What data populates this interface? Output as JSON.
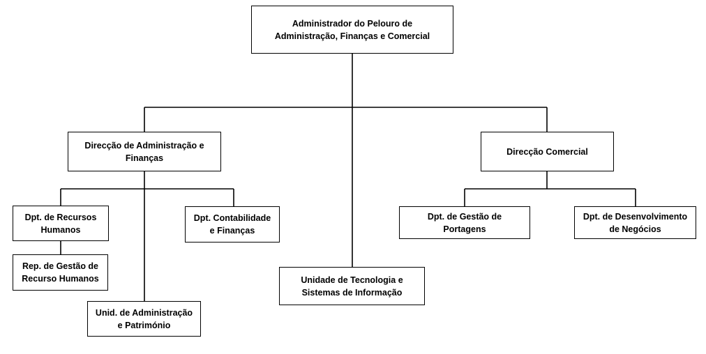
{
  "org_chart": {
    "top": {
      "line1": "Administrador do Pelouro de",
      "line2": "Administração, Finanças e Comercial"
    },
    "direccao_admin": {
      "line1": "Direcção de Administração e",
      "line2": "Finanças"
    },
    "direccao_comercial": {
      "line1": "Direcção Comercial"
    },
    "dpt_recursos_humanos": {
      "line1": "Dpt. de Recursos",
      "line2": "Humanos"
    },
    "rep_gestao_rh": {
      "line1": "Rep. de Gestão de",
      "line2": "Recurso Humanos"
    },
    "dpt_contabilidade": {
      "line1": "Dpt. Contabilidade",
      "line2": "e Finanças"
    },
    "unid_admin_patrimonio": {
      "line1": "Unid. de Administração",
      "line2": "e Património"
    },
    "unidade_tecnologia": {
      "line1": "Unidade de Tecnologia e",
      "line2": "Sistemas de Informação"
    },
    "dpt_gestao_portagens": {
      "line1": "Dpt. de Gestão de",
      "line2": "Portagens"
    },
    "dpt_desenvolvimento": {
      "line1": "Dpt. de Desenvolvimento",
      "line2": "de Negócios"
    }
  }
}
